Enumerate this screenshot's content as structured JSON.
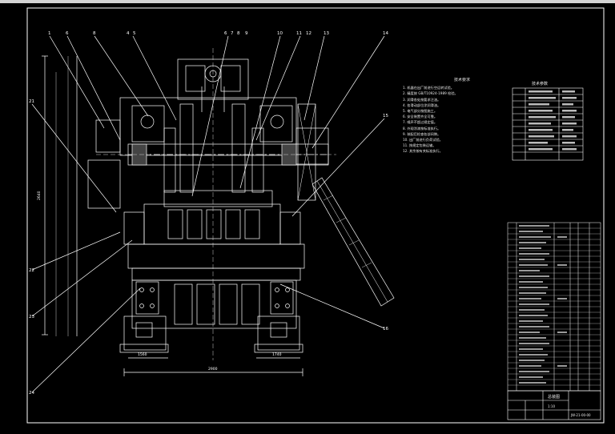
{
  "drawing": {
    "title": "技术要求",
    "right_table_title": "技术参数",
    "balloons": [
      "1",
      "6",
      "8",
      "4",
      "5",
      "6",
      "7",
      "8",
      "9",
      "10",
      "11",
      "12",
      "13",
      "14",
      "15",
      "16",
      "21",
      "22",
      "23",
      "24"
    ],
    "dimension_labels": [
      "2900",
      "1560",
      "1740",
      "2640"
    ],
    "notes": [
      "1. 机器在出厂前进行空运转试验。",
      "2. 精度按 GB/T10924-1989 检验。",
      "3. 润滑各处按要求注油。",
      "4. 各滑动部位涂润滑油。",
      "5. 电气部分按图施工。",
      "6. 安全装置齐全可靠。",
      "7. 噪声不超过规定值。",
      "8. 外观涂漆按标准执行。",
      "9. 装配后检查各部间隙。",
      "10. 出厂前进行负荷试验。",
      "11. 按规定包装运输。",
      "12. 其余按有关标准执行。"
    ],
    "title_block": {
      "name": "总装图",
      "code": "JW-21-00-00",
      "scale": "1:10"
    }
  }
}
